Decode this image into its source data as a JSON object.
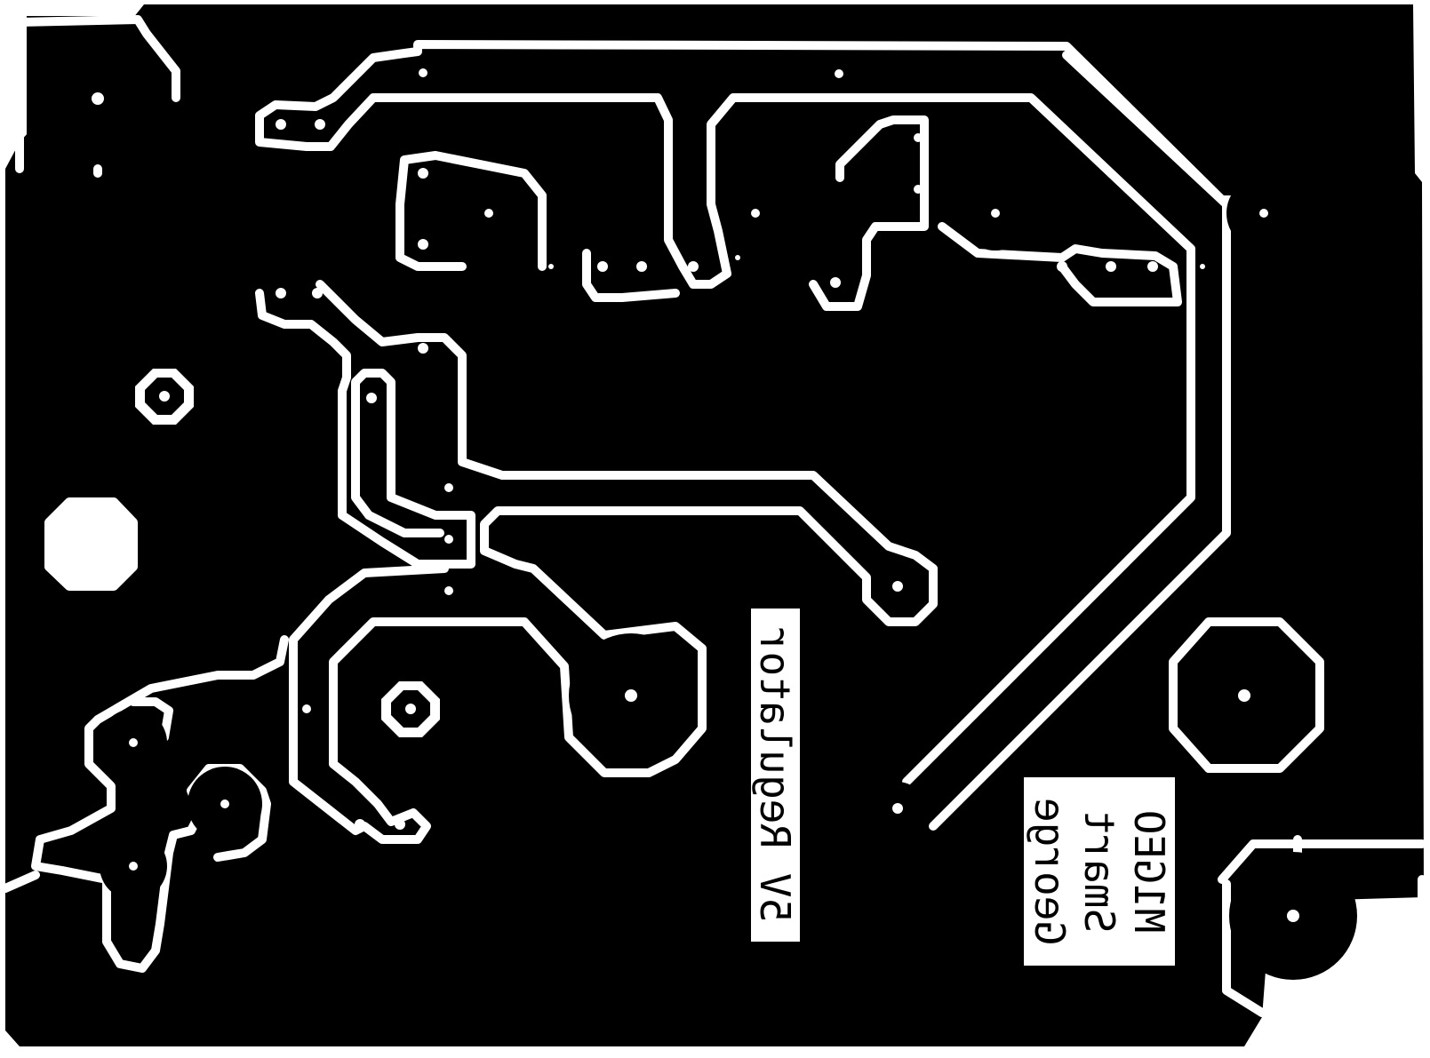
{
  "board": {
    "copper_color": "#000000",
    "substrate_color": "#ffffff"
  },
  "labels": {
    "regulator": "5V Regulator",
    "callsign": "M1GEO",
    "author_first": "George",
    "author_last": "Smart"
  }
}
